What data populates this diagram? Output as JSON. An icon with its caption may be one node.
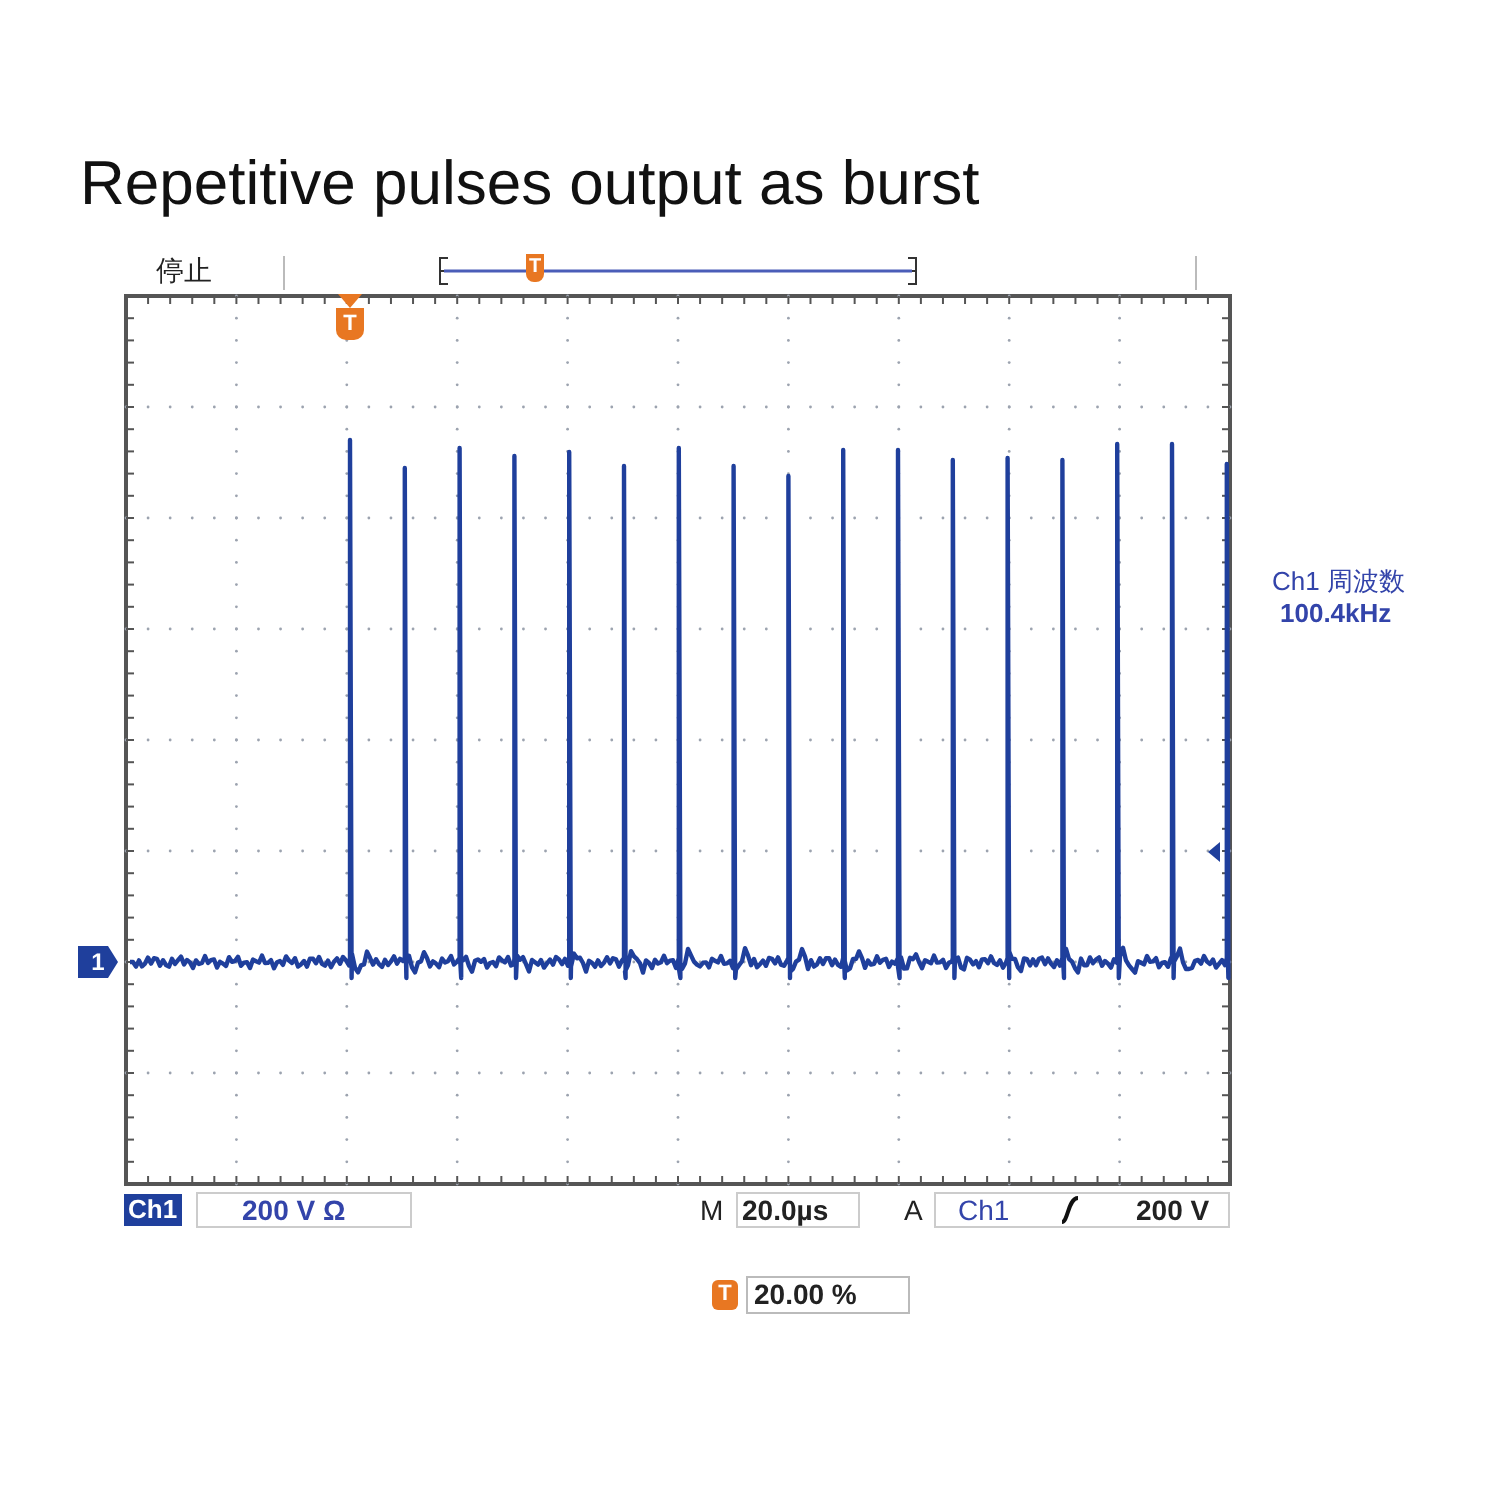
{
  "diagram": {
    "title": "Repetitive pulses output as burst",
    "labels": [
      "停止",
      "T",
      "T",
      "1",
      "Ch1 周波数",
      "100.4kHz",
      "Ch1",
      "200 V Ω",
      "M",
      "20.0µs",
      "A",
      "Ch1",
      "200 V",
      "T",
      "20.00 %"
    ]
  }
}
